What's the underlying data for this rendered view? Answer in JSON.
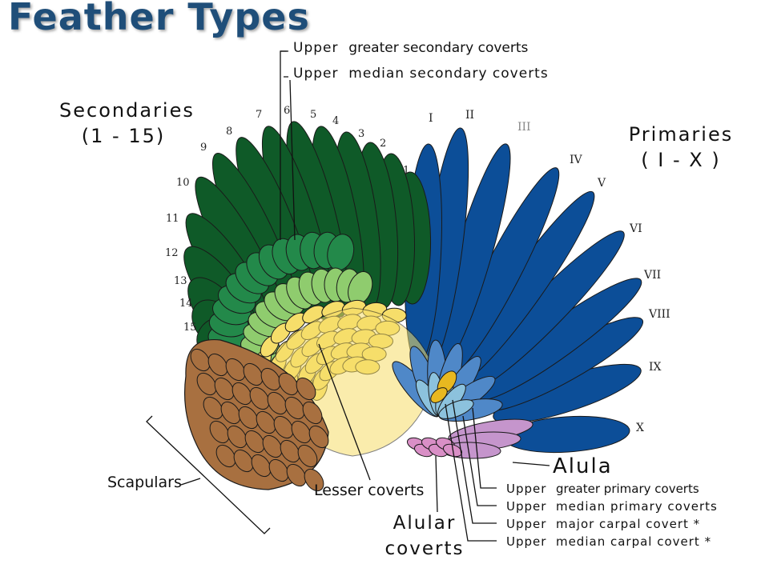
{
  "title": "Feather Types",
  "colors": {
    "secondaries": "#0f5a28",
    "greater_secondary_coverts": "#23894a",
    "median_secondary_coverts": "#8fcc6e",
    "lesser_coverts": "#f6de6a",
    "scapulars": "#a87040",
    "primaries": "#0c4e98",
    "greater_primary_coverts": "#4f88c8",
    "median_primary_coverts": "#8cc2dd",
    "alula": "#c595cc",
    "carpal_covert": "#e8b820",
    "outline": "#1a1a1a",
    "title": "#1f4e79"
  },
  "groups": {
    "secondaries_line1": "Secondaries",
    "secondaries_line2": "(1 - 15)",
    "primaries_line1": "Primaries",
    "primaries_line2": "( I - X )",
    "scapulars": "Scapulars",
    "lesser_coverts": "Lesser coverts",
    "alular_coverts_line1": "Alular",
    "alular_coverts_line2": "coverts",
    "alula": "Alula"
  },
  "top_callouts": [
    {
      "prefix": "Upper",
      "text": "greater secondary coverts"
    },
    {
      "prefix": "Upper",
      "text": "median secondary coverts"
    }
  ],
  "bottom_callouts": [
    {
      "prefix": "Upper",
      "text": "greater primary coverts"
    },
    {
      "prefix": "Upper",
      "text": "median primary coverts"
    },
    {
      "prefix": "Upper",
      "text": "major carpal covert *"
    },
    {
      "prefix": "Upper",
      "text": "median carpal covert *"
    }
  ],
  "secondary_numbers": [
    "1",
    "2",
    "3",
    "4",
    "5",
    "6",
    "7",
    "8",
    "9",
    "10",
    "11",
    "12",
    "13",
    "14",
    "15"
  ],
  "primary_numerals": [
    "I",
    "II",
    "III",
    "IV",
    "V",
    "VI",
    "VII",
    "VIII",
    "IX",
    "X"
  ]
}
